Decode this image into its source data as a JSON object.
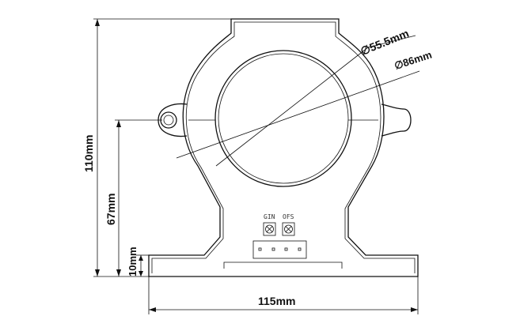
{
  "drawing": {
    "dimensions": {
      "height_total": "110mm",
      "height_center": "67mm",
      "height_base": "10mm",
      "width_total": "115mm",
      "inner_diameter": "∅55.5mm",
      "outer_diameter": "∅86mm"
    },
    "labels": {
      "gain": "GIN",
      "offset": "OFS"
    }
  }
}
